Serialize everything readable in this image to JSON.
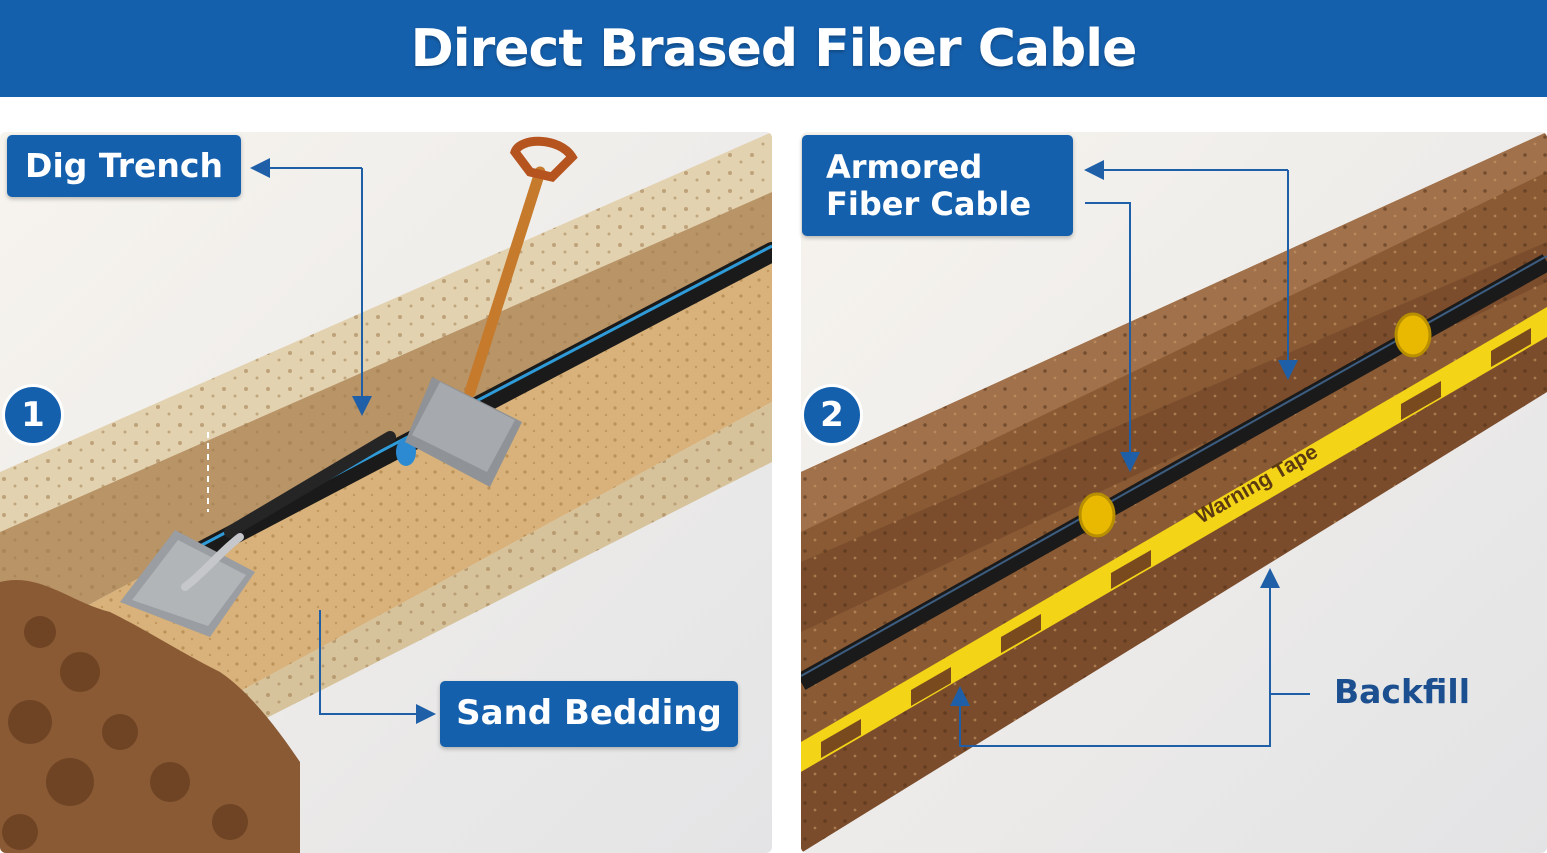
{
  "title": "Direct Brased Fiber Cable",
  "steps": [
    {
      "number": "1",
      "callouts": {
        "dig_trench": "Dig Trench",
        "sand_bedding": "Sand Bedding"
      }
    },
    {
      "number": "2",
      "callouts": {
        "armored_cable": "Armored\nFiber Cable",
        "backfill": "Backfill"
      },
      "tape_text": "Warning Tape"
    }
  ],
  "colors": {
    "brand": "#1560ad",
    "soil": "#8a5a35",
    "sand": "#d9b47c",
    "cable": "#1a1a1a",
    "tape": "#f3d417"
  }
}
